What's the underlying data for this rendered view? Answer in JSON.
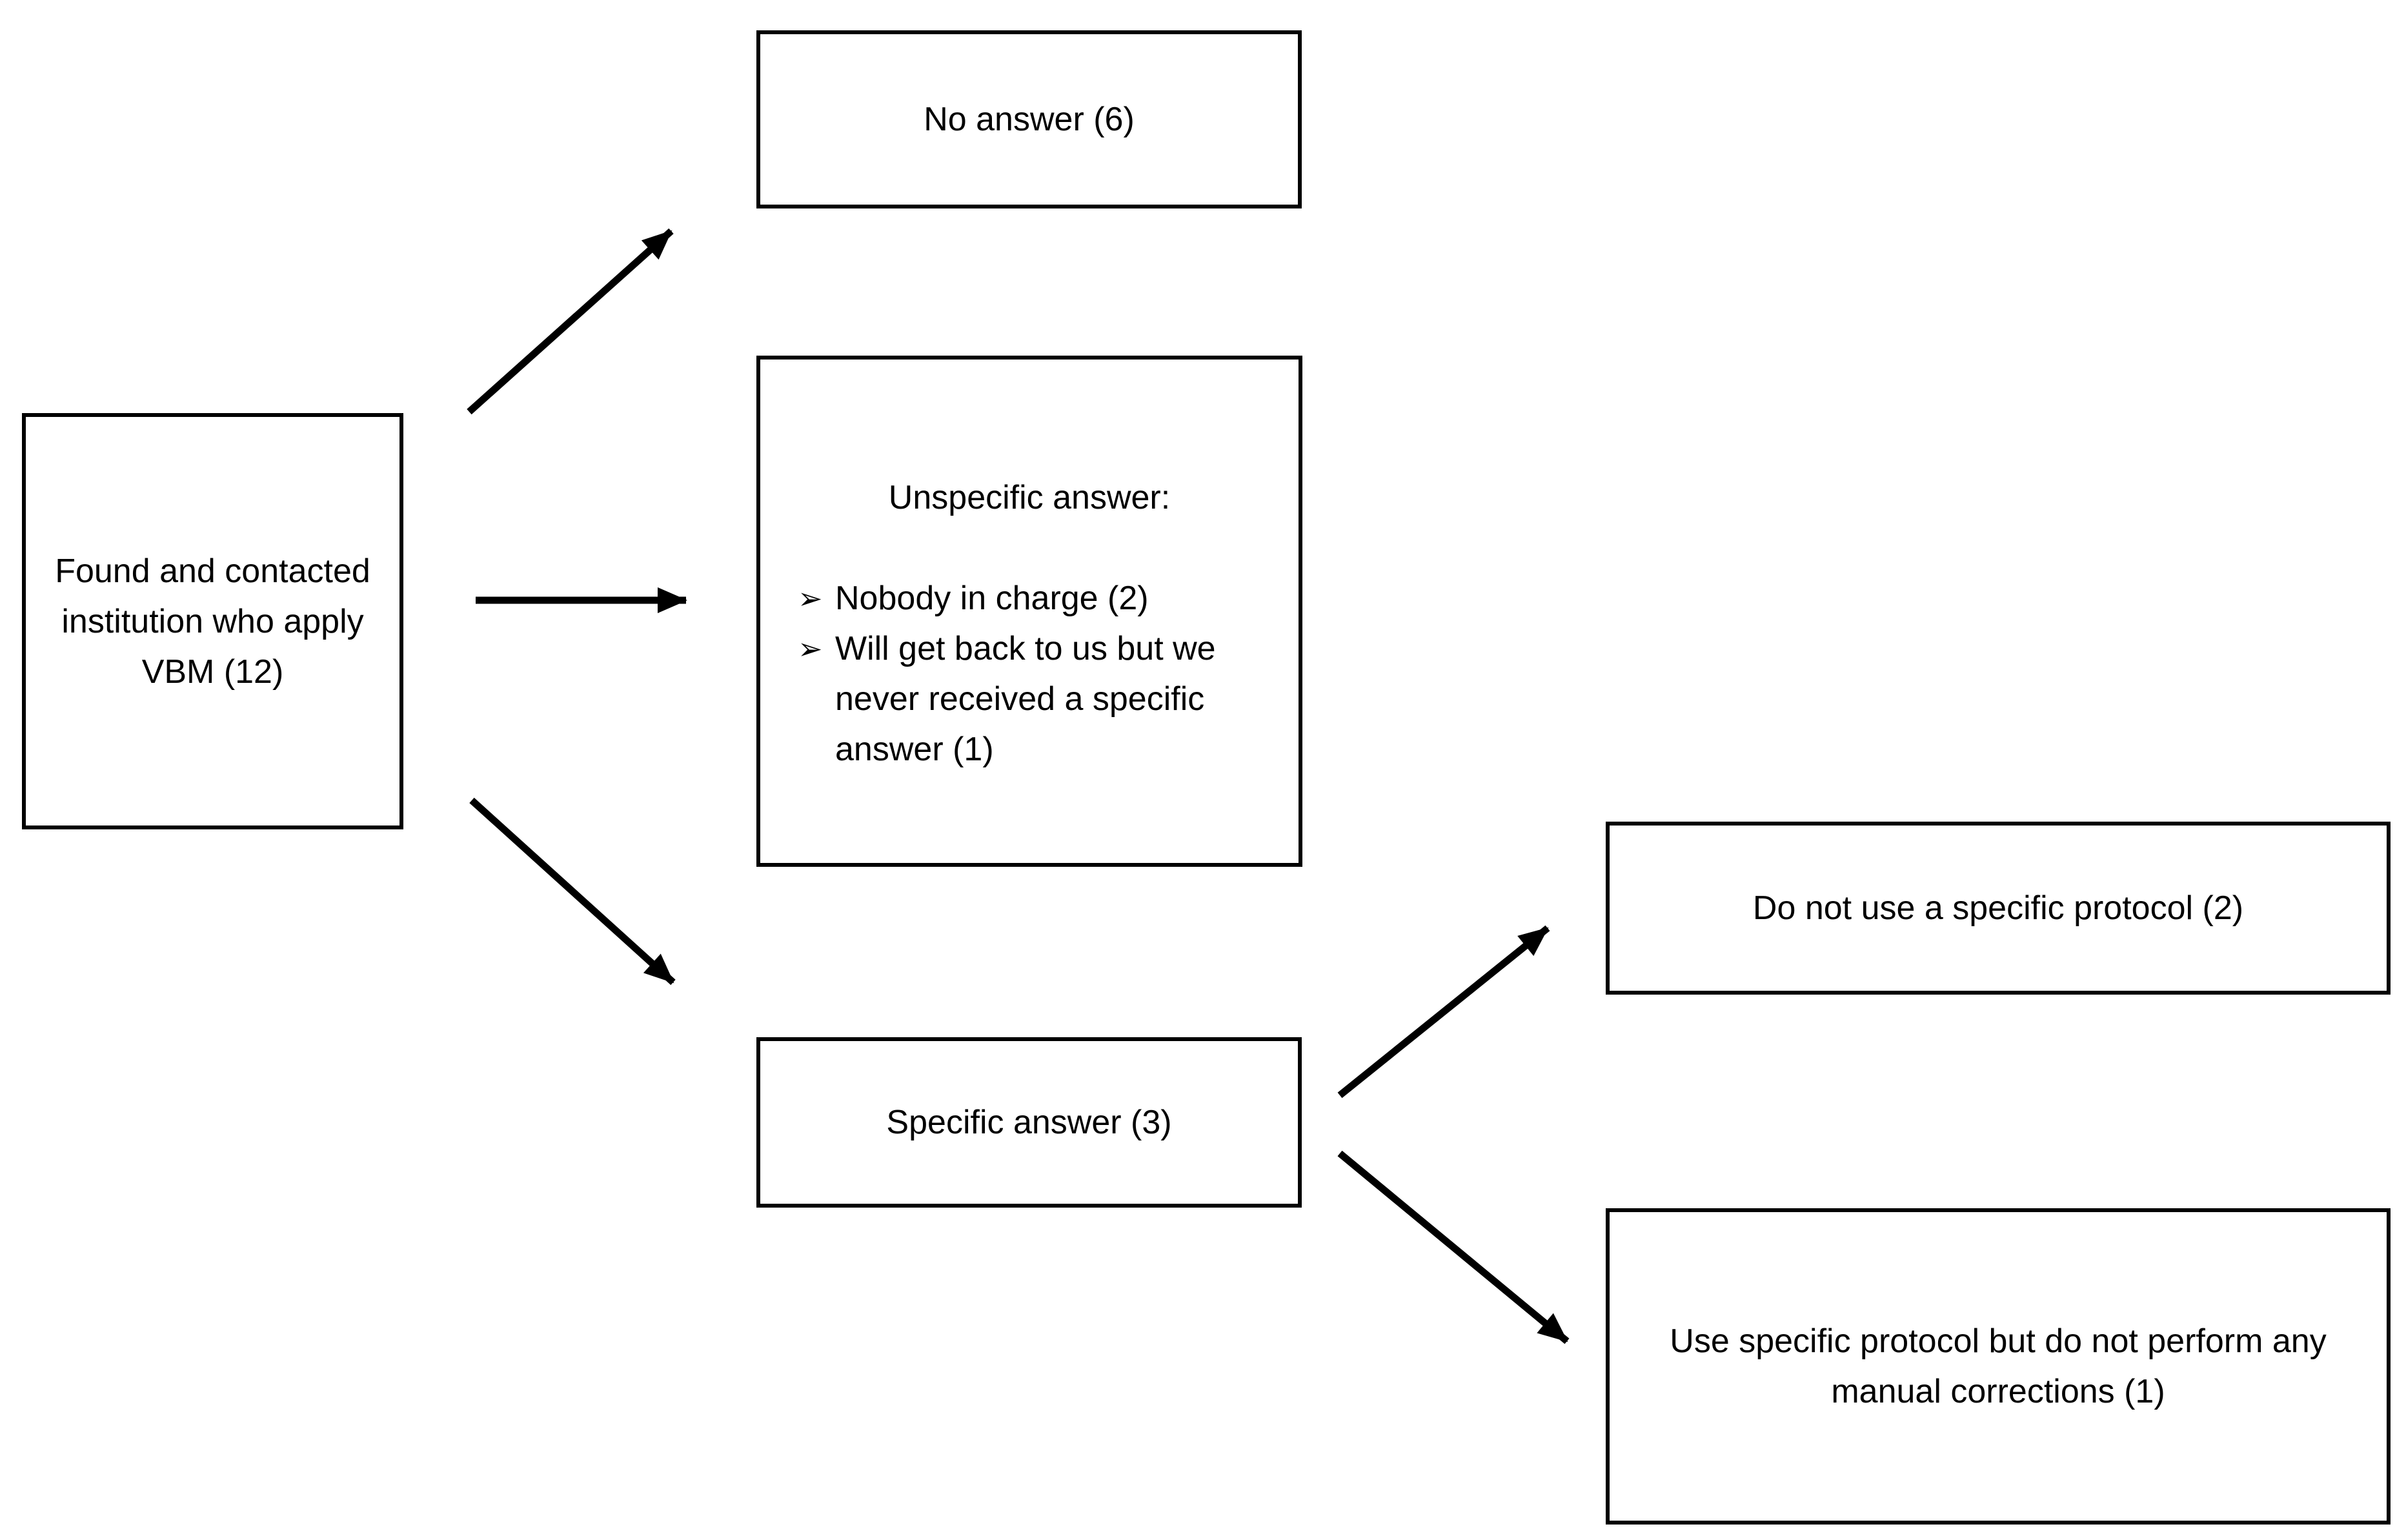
{
  "diagram": {
    "background_color": "#ffffff",
    "line_color": "#000000",
    "nodes": {
      "root": {
        "text": "Found and contacted institution who apply VBM (12)"
      },
      "no_answer": {
        "text": "No answer (6)"
      },
      "unspecific": {
        "title": "Unspecific answer:",
        "bullet_char": "➢",
        "items": [
          {
            "text": "Nobody in charge (2)"
          },
          {
            "text": "Will get back to us but we never received a specific answer (1)"
          }
        ]
      },
      "specific": {
        "text": "Specific answer (3)"
      },
      "no_protocol": {
        "text": "Do not use a specific protocol (2)"
      },
      "protocol_no_manual": {
        "text": "Use specific protocol but do not perform any manual corrections (1)"
      }
    },
    "edges": [
      {
        "from": "root",
        "to": "no_answer"
      },
      {
        "from": "root",
        "to": "unspecific"
      },
      {
        "from": "root",
        "to": "specific"
      },
      {
        "from": "specific",
        "to": "no_protocol"
      },
      {
        "from": "specific",
        "to": "protocol_no_manual"
      }
    ]
  }
}
